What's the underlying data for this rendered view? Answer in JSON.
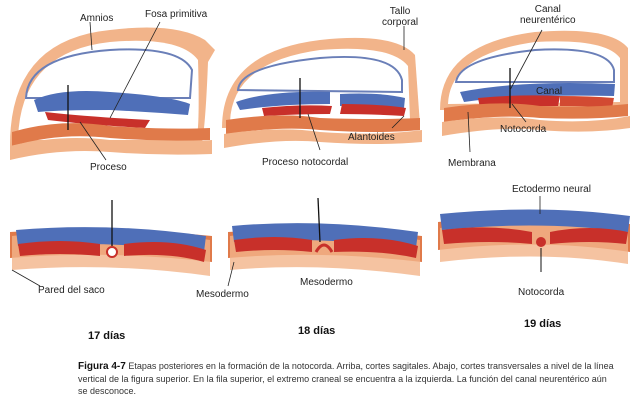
{
  "labels": {
    "amnios": "Amnios",
    "fosa_primitiva": "Fosa primitiva",
    "tallo_corporal": "Tallo\ncorporal",
    "canal_neurenterico": "Canal\nneurentérico",
    "canal": "Canal",
    "proceso": "Proceso",
    "alantoides": "Alantoides",
    "proceso_notocordal": "Proceso notocordal",
    "notocorda_top": "Notocorda",
    "membrana": "Membrana",
    "ectodermo_neural": "Ectodermo neural",
    "pared_del_saco": "Pared del saco",
    "mesodermo_left": "Mesodermo",
    "mesodermo_mid": "Mesodermo",
    "notocorda_bottom": "Notocorda"
  },
  "days": {
    "d17": "17 días",
    "d18": "18 días",
    "d19": "19 días"
  },
  "caption": {
    "title": "Figura 4-7",
    "text": "Etapas posteriores en la formación de la notocorda. Arriba, cortes sagitales. Abajo, cortes transversales a nivel de la línea vertical de la figura superior. En la fila superior, el extremo craneal se encuentra a la izquierda. La función del canal neurentérico aún se desconoce."
  },
  "colors": {
    "ectoderm": "#4f6fb8",
    "endoderm_red": "#c8302a",
    "mesoderm_orange": "#e07a4a",
    "membrane_peach": "#f2b48a",
    "outer_pink": "#e89468",
    "amnion_line": "#6a7fb8"
  }
}
